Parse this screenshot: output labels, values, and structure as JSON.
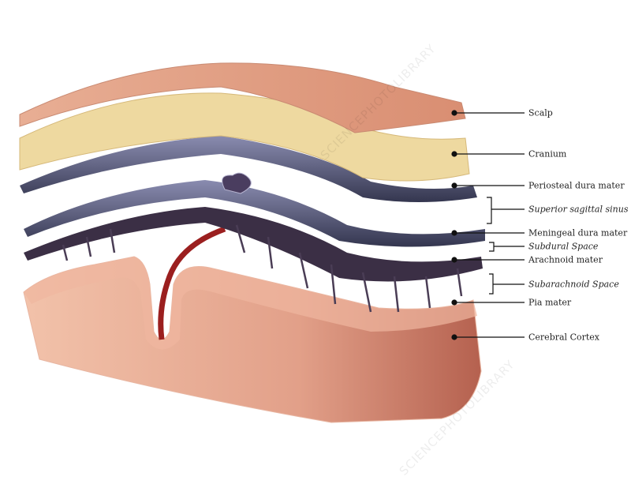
{
  "labels": {
    "scalp": "Scalp",
    "cranium": "Cranium",
    "periosteal": "Periosteal dura mater",
    "sinus": "Superior sagittal sinus",
    "meningeal": "Meningeal dura mater",
    "subdural": "Subdural Space",
    "arachnoid": "Arachnoid mater",
    "subarachnoid": "Subarachnoid Space",
    "pia": "Pia mater",
    "cortex": "Cerebral Cortex"
  },
  "watermark": "SCIENCEPHOTOLIBRARY",
  "colors": {
    "scalp": "#e0a083",
    "cranium": "#eed9a0",
    "dura": "#4a4c6a",
    "arachnoid": "#3b2f45",
    "cortex": "#d98f7a",
    "vessel": "#9b1f1f"
  }
}
